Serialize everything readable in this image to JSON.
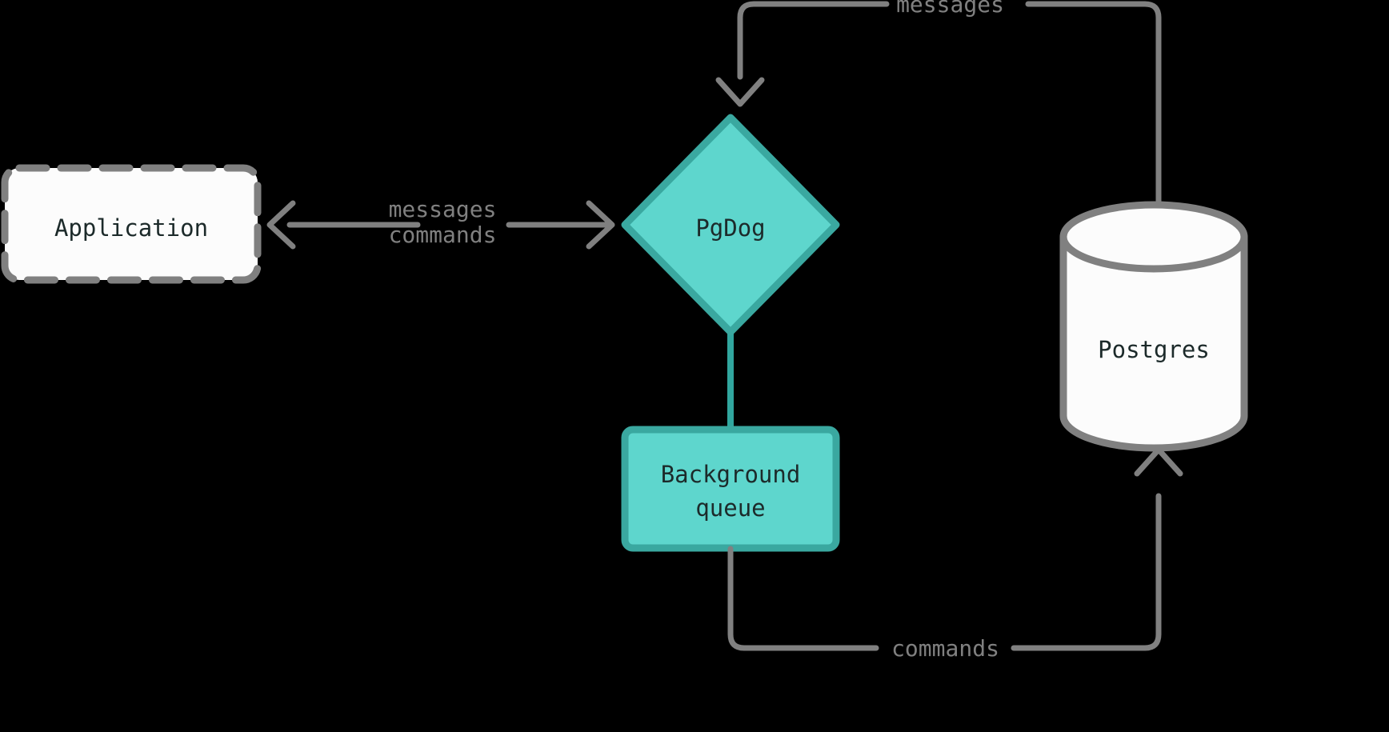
{
  "diagram": {
    "background_color": "#000000",
    "nodes": [
      {
        "id": "application",
        "label": "Application",
        "shape": "rounded-rect-dashed",
        "fill": "#fcfcfc",
        "stroke": "#808080",
        "text_color": "#22292b"
      },
      {
        "id": "pgdog",
        "label": "PgDog",
        "shape": "diamond",
        "fill": "#5ed6cd",
        "stroke": "#3aa8a0",
        "text_color": "#22292b"
      },
      {
        "id": "background-queue",
        "label": "Background\nqueue",
        "label_line1": "Background",
        "label_line2": "queue",
        "shape": "rounded-rect",
        "fill": "#5ed6cd",
        "stroke": "#3aa8a0",
        "text_color": "#22292b"
      },
      {
        "id": "postgres",
        "label": "Postgres",
        "shape": "cylinder",
        "fill": "#fcfcfc",
        "stroke": "#808080",
        "text_color": "#22292b"
      }
    ],
    "edges": [
      {
        "id": "app-to-pgdog",
        "from": "application",
        "to": "pgdog",
        "direction": "bidirectional",
        "label_line1": "messages",
        "label_line2": "commands",
        "color": "#808080"
      },
      {
        "id": "postgres-to-pgdog",
        "from": "postgres",
        "to": "pgdog",
        "direction": "to-pgdog",
        "label": "messages",
        "color": "#808080"
      },
      {
        "id": "pgdog-to-queue",
        "from": "pgdog",
        "to": "background-queue",
        "direction": "none",
        "label": "",
        "color": "#3aa8a0"
      },
      {
        "id": "queue-to-postgres",
        "from": "background-queue",
        "to": "postgres",
        "direction": "to-postgres",
        "label": "commands",
        "color": "#808080"
      }
    ]
  }
}
